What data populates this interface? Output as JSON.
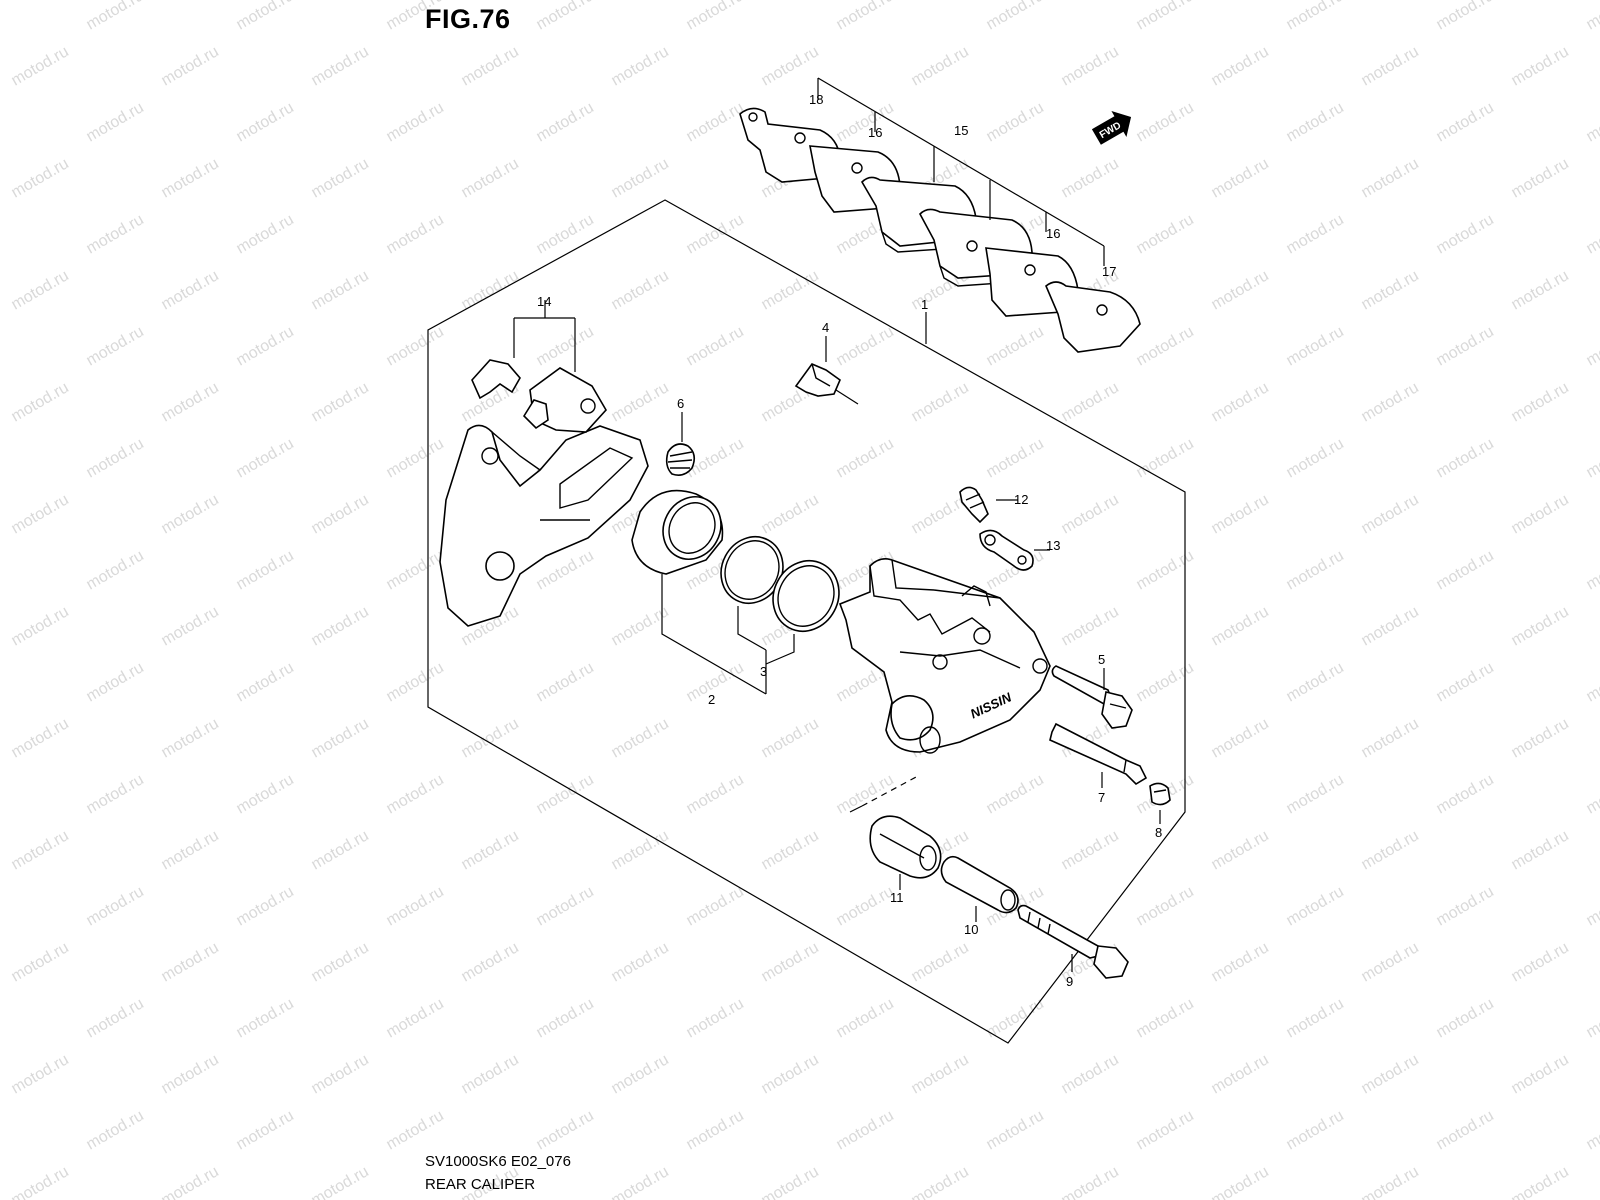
{
  "figure": {
    "title": "FIG.76",
    "model_code": "SV1000SK6 E02_076",
    "caption": "REAR CALIPER"
  },
  "watermark": {
    "text": "motod.ru",
    "color": "#d9d9d9"
  },
  "fwd_badge": {
    "text": "FWD"
  },
  "caliper_logo": {
    "text": "NISSIN"
  },
  "callouts": [
    "1",
    "2",
    "3",
    "4",
    "5",
    "6",
    "7",
    "8",
    "9",
    "10",
    "11",
    "12",
    "13",
    "14",
    "15",
    "16",
    "16",
    "17",
    "18"
  ],
  "colors": {
    "line": "#000000",
    "background": "#ffffff"
  }
}
